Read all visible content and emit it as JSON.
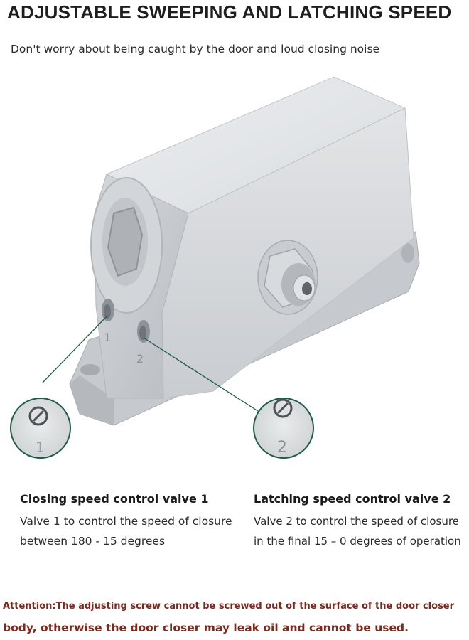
{
  "header": {
    "title": "ADJUSTABLE SWEEPING AND LATCHING SPEED",
    "subtitle": "Don't worry about being caught by the door and loud closing noise"
  },
  "callouts": [
    {
      "number": "1",
      "title": "Closing speed control valve 1",
      "line1": "Valve 1 to control the speed of closure",
      "line2": "between 180 - 15 degrees"
    },
    {
      "number": "2",
      "title": "Latching speed control valve 2",
      "line1": "Valve 2 to control the speed of closure",
      "line2": "in the final 15 – 0 degrees of operation"
    }
  ],
  "attention": {
    "line1": "Attention:The adjusting screw cannot be screwed out of the surface of the door closer",
    "line2": "body, otherwise the door closer may leak oil and cannot be used."
  },
  "colors": {
    "title": "#1e1e1e",
    "attention": "#7a2a1e",
    "callout_line": "#1f5c47",
    "body": "#d6d8da"
  }
}
